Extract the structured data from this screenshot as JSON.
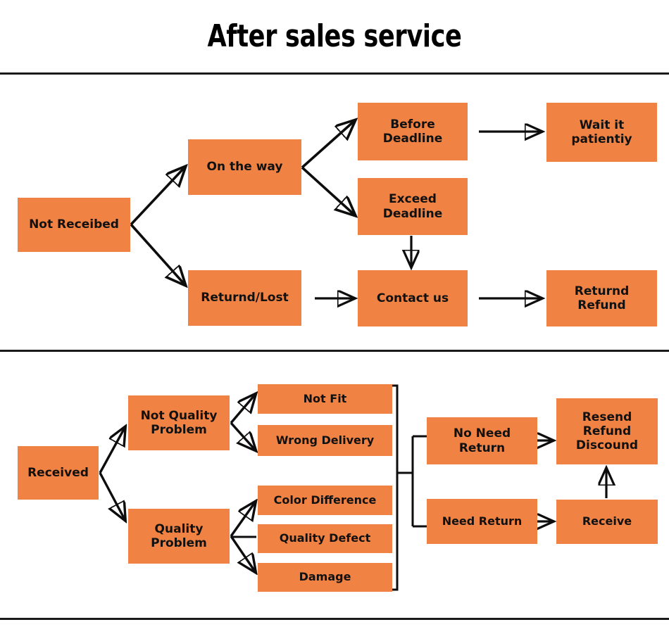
{
  "page": {
    "title": "After sales service",
    "accent_color": "#F08243",
    "line_color": "#0d0d0d",
    "background": "#ffffff"
  },
  "chart_data": {
    "type": "diagram",
    "title": "After sales service",
    "sections": [
      {
        "name": "not-received",
        "root": "Not Receibed",
        "nodes": [
          "Not Receibed",
          "On the way",
          "Returnd/Lost",
          "Before Deadline",
          "Exceed Deadline",
          "Wait it patientiy",
          "Contact us",
          "Returnd Refund"
        ],
        "edges": [
          [
            "Not Receibed",
            "On the way"
          ],
          [
            "Not Receibed",
            "Returnd/Lost"
          ],
          [
            "On the way",
            "Before Deadline"
          ],
          [
            "On the way",
            "Exceed Deadline"
          ],
          [
            "Before Deadline",
            "Wait it patientiy"
          ],
          [
            "Exceed Deadline",
            "Contact us"
          ],
          [
            "Returnd/Lost",
            "Contact us"
          ],
          [
            "Contact us",
            "Returnd Refund"
          ]
        ]
      },
      {
        "name": "received",
        "root": "Received",
        "nodes": [
          "Received",
          "Not Quality Problem",
          "Quality Problem",
          "Not Fit",
          "Wrong Delivery",
          "Color Difference",
          "Quality Defect",
          "Damage",
          "No Need Return",
          "Need Return",
          "Resend Refund Discound",
          "Receive"
        ],
        "edges": [
          [
            "Received",
            "Not Quality Problem"
          ],
          [
            "Received",
            "Quality Problem"
          ],
          [
            "Not Quality Problem",
            "Not Fit"
          ],
          [
            "Not Quality Problem",
            "Wrong Delivery"
          ],
          [
            "Quality Problem",
            "Color Difference"
          ],
          [
            "Quality Problem",
            "Quality Defect"
          ],
          [
            "Quality Problem",
            "Damage"
          ],
          [
            "Not Fit",
            "No Need Return"
          ],
          [
            "Wrong Delivery",
            "No Need Return"
          ],
          [
            "Color Difference",
            "Need Return"
          ],
          [
            "Quality Defect",
            "Need Return"
          ],
          [
            "Damage",
            "Need Return"
          ],
          [
            "No Need Return",
            "Resend Refund Discound"
          ],
          [
            "Need Return",
            "Receive"
          ],
          [
            "Receive",
            "Resend Refund Discound"
          ]
        ]
      }
    ]
  },
  "section1": {
    "not_received": "Not Receibed",
    "on_the_way": "On the way",
    "returnd_lost": "Returnd/Lost",
    "before_deadline": "Before\nDeadline",
    "exceed_deadline": "Exceed\nDeadline",
    "wait_it_patiently": "Wait it\npatientiy",
    "contact_us": "Contact us",
    "returnd_refund": "Returnd\nRefund"
  },
  "section2": {
    "received": "Received",
    "not_quality_problem": "Not Quality\nProblem",
    "quality_problem": "Quality\nProblem",
    "not_fit": "Not Fit",
    "wrong_delivery": "Wrong Delivery",
    "color_difference": "Color Difference",
    "quality_defect": "Quality Defect",
    "damage": "Damage",
    "no_need_return": "No Need\nReturn",
    "need_return": "Need Return",
    "resend_refund_discound": "Resend\nRefund\nDiscound",
    "receive": "Receive"
  }
}
